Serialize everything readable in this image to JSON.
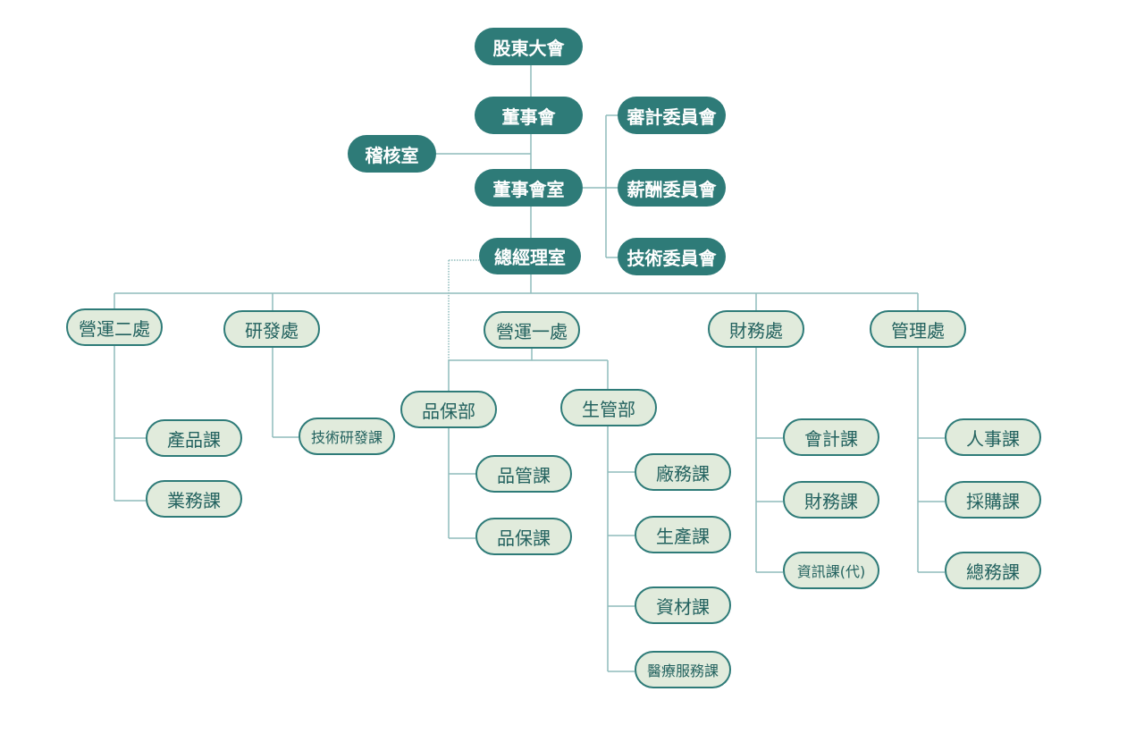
{
  "top": {
    "shareholders": "股東大會",
    "board": "董事會",
    "audit_office": "稽核室",
    "board_office": "董事會室",
    "gm_office": "總經理室",
    "audit_committee": "審計委員會",
    "compensation_committee": "薪酬委員會",
    "technology_committee": "技術委員會"
  },
  "divisions": {
    "ops2": {
      "name": "營運二處",
      "units": [
        "產品課",
        "業務課"
      ]
    },
    "rd": {
      "name": "研發處",
      "units": [
        "技術研發課"
      ]
    },
    "ops1": {
      "name": "營運一處",
      "qa_dept": {
        "name": "品保部",
        "units": [
          "品管課",
          "品保課"
        ]
      },
      "pc_dept": {
        "name": "生管部",
        "units": [
          "廠務課",
          "生產課",
          "資材課",
          "醫療服務課"
        ]
      }
    },
    "finance": {
      "name": "財務處",
      "units": [
        "會計課",
        "財務課",
        "資訊課(代)"
      ]
    },
    "admin": {
      "name": "管理處",
      "units": [
        "人事課",
        "採購課",
        "總務課"
      ]
    }
  },
  "colors": {
    "dark": "#2e7b78",
    "light": "#e1ebdc",
    "line": "#8fbcbc"
  }
}
